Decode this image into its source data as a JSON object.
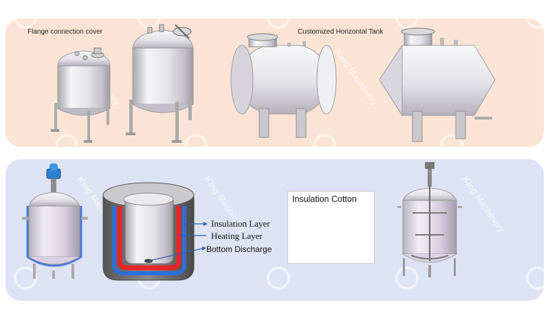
{
  "top_panel": {
    "label_left": "Flange connection cover",
    "label_right": "Customized Horizontal Tank"
  },
  "bottom_panel": {
    "layers": {
      "insulation": "Insulation Layer",
      "heating": "Heating Layer",
      "discharge": "Bottom Discharge"
    },
    "photo_title": "Insulation Cotton"
  },
  "watermark": {
    "text": "King Machinery"
  },
  "colors": {
    "top_panel_bg": "#fbe4d6",
    "bottom_panel_bg": "#dde3f4",
    "heating_layer": "#e8262a",
    "insulation_layer": "#2f6fd6",
    "arrow": "#2f5fb0"
  }
}
